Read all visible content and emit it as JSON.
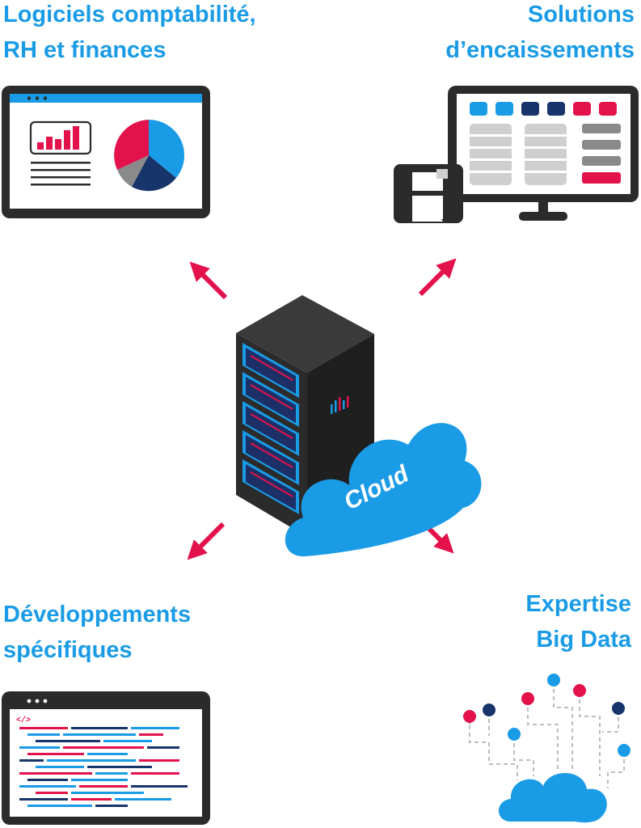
{
  "titles": {
    "top_left": [
      "Logiciels comptabilité,",
      "RH et finances"
    ],
    "top_right": [
      "Solutions",
      "d’encaissements"
    ],
    "bottom_left": [
      "Développements",
      "spécifiques"
    ],
    "bottom_right": [
      "Expertise",
      "Big Data"
    ]
  },
  "center": {
    "cloud_label": "Cloud"
  },
  "code_tag": "</>",
  "colors": {
    "accent_blue": "#1a9be6",
    "magenta": "#e3124b",
    "navy": "#17356b",
    "dark": "#2b2b2b",
    "grey": "#8a8a8a"
  }
}
